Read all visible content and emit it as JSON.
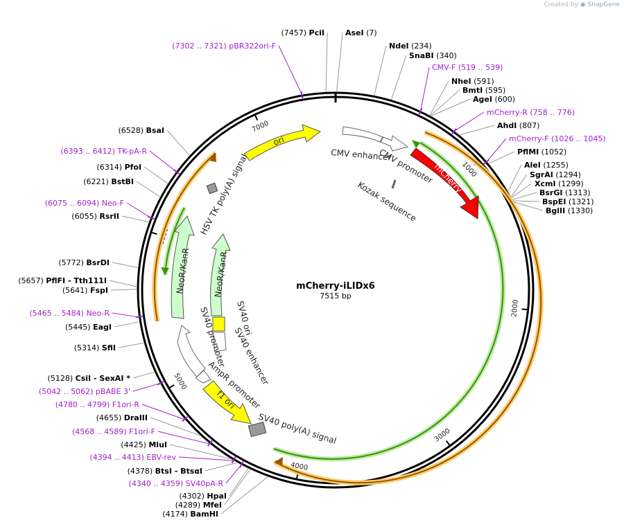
{
  "watermark": {
    "prefix": "Created by",
    "brand": "SnapGene"
  },
  "plasmid": {
    "name": "mCherry-iLIDx6",
    "length_label": "7515 bp",
    "length": 7515
  },
  "colors": {
    "primer": "#a020d0",
    "site_text": "#000000",
    "ori": "#ffff00",
    "mcherry": "#ff0000",
    "neor": "#ccffcc",
    "promoter": "#ffffff",
    "orf_outline": "#ffa500",
    "orf_line_green": "#339900",
    "orf_line_orange": "#995500"
  },
  "scale_ticks": [
    {
      "bp": 1000,
      "label": "1000"
    },
    {
      "bp": 2000,
      "label": "2000"
    },
    {
      "bp": 3000,
      "label": "3000"
    },
    {
      "bp": 4000,
      "label": "4000"
    },
    {
      "bp": 5000,
      "label": "5000"
    },
    {
      "bp": 6000,
      "label": "6000"
    },
    {
      "bp": 7000,
      "label": "7000"
    }
  ],
  "sites": [
    {
      "kind": "site",
      "pos": "(7457)",
      "name": "PciI",
      "bp": 7457
    },
    {
      "kind": "site",
      "pos": "(7)",
      "name": "AseI",
      "bp": 7
    },
    {
      "kind": "site",
      "pos": "(234)",
      "name": "NdeI",
      "bp": 234
    },
    {
      "kind": "site",
      "pos": "(340)",
      "name": "SnaBI",
      "bp": 340
    },
    {
      "kind": "primer",
      "pos": "(519 .. 539)",
      "name": "CMV-F",
      "bp": 529
    },
    {
      "kind": "site",
      "pos": "(591)",
      "name": "NheI",
      "bp": 591
    },
    {
      "kind": "site",
      "pos": "(595)",
      "name": "BmtI",
      "bp": 595
    },
    {
      "kind": "site",
      "pos": "(600)",
      "name": "AgeI",
      "bp": 600
    },
    {
      "kind": "primer",
      "pos": "(758 .. 776)",
      "name": "mCherry-R",
      "bp": 767
    },
    {
      "kind": "site",
      "pos": "(807)",
      "name": "AhdI",
      "bp": 807
    },
    {
      "kind": "primer",
      "pos": "(1026 .. 1045)",
      "name": "mCherry-F",
      "bp": 1035
    },
    {
      "kind": "site",
      "pos": "(1052)",
      "name": "PflMI",
      "bp": 1052
    },
    {
      "kind": "site",
      "pos": "(1255)",
      "name": "AleI",
      "bp": 1255
    },
    {
      "kind": "site",
      "pos": "(1294)",
      "name": "SgrAI",
      "bp": 1294
    },
    {
      "kind": "site",
      "pos": "(1299)",
      "name": "XcmI",
      "bp": 1299
    },
    {
      "kind": "site",
      "pos": "(1313)",
      "name": "BsrGI",
      "bp": 1313
    },
    {
      "kind": "site",
      "pos": "(1321)",
      "name": "BspEI",
      "bp": 1321
    },
    {
      "kind": "site",
      "pos": "(1330)",
      "name": "BglII",
      "bp": 1330
    },
    {
      "kind": "site",
      "pos": "(4302)",
      "name": "HpaI",
      "bp": 4302
    },
    {
      "kind": "site",
      "pos": "(4289)",
      "name": "MfeI",
      "bp": 4289
    },
    {
      "kind": "site",
      "pos": "(4174)",
      "name": "BamHI",
      "bp": 4174
    },
    {
      "kind": "primer",
      "pos": "(4340 .. 4359)",
      "name": "SV40pA-R",
      "bp": 4349
    },
    {
      "kind": "site",
      "pos": "(4378)",
      "name": "BtsI - BtsαI",
      "bp": 4378
    },
    {
      "kind": "primer",
      "pos": "(4394 .. 4413)",
      "name": "EBV-rev",
      "bp": 4403
    },
    {
      "kind": "site",
      "pos": "(4425)",
      "name": "MluI",
      "bp": 4425
    },
    {
      "kind": "primer",
      "pos": "(4568 .. 4589)",
      "name": "F1ori-F",
      "bp": 4578
    },
    {
      "kind": "site",
      "pos": "(4655)",
      "name": "DraIII",
      "bp": 4655
    },
    {
      "kind": "primer",
      "pos": "(4780 .. 4799)",
      "name": "F1ori-R",
      "bp": 4789
    },
    {
      "kind": "primer",
      "pos": "(5042 .. 5062)",
      "name": "pBABE 3'",
      "bp": 5052
    },
    {
      "kind": "site",
      "pos": "(5128)",
      "name": "CsiI - SexAI *",
      "bp": 5128
    },
    {
      "kind": "site",
      "pos": "(5314)",
      "name": "SfiI",
      "bp": 5314
    },
    {
      "kind": "site",
      "pos": "(5445)",
      "name": "EagI",
      "bp": 5445
    },
    {
      "kind": "primer",
      "pos": "(5465 .. 5484)",
      "name": "Neo-R",
      "bp": 5474
    },
    {
      "kind": "site",
      "pos": "(5641)",
      "name": "FspI",
      "bp": 5641
    },
    {
      "kind": "site",
      "pos": "(5657)",
      "name": "PflFI - Tth111I",
      "bp": 5657
    },
    {
      "kind": "site",
      "pos": "(5772)",
      "name": "BsrDI",
      "bp": 5772
    },
    {
      "kind": "site",
      "pos": "(6055)",
      "name": "RsrII",
      "bp": 6055
    },
    {
      "kind": "primer",
      "pos": "(6075 .. 6094)",
      "name": "Neo-F",
      "bp": 6084
    },
    {
      "kind": "site",
      "pos": "(6221)",
      "name": "BstBI",
      "bp": 6221
    },
    {
      "kind": "site",
      "pos": "(6314)",
      "name": "PfoI",
      "bp": 6314
    },
    {
      "kind": "primer",
      "pos": "(6393 .. 6412)",
      "name": "TK-pA-R",
      "bp": 6402
    },
    {
      "kind": "site",
      "pos": "(6528)",
      "name": "BsaI",
      "bp": 6528
    },
    {
      "kind": "primer",
      "pos": "(7302 .. 7321)",
      "name": "pBR322ori-F",
      "bp": 7311
    }
  ],
  "features": [
    {
      "name": "ori",
      "type": "ori"
    },
    {
      "name": "CMV enhancer",
      "type": "promoter"
    },
    {
      "name": "CMV promoter",
      "type": "promoter"
    },
    {
      "name": "mCherry",
      "type": "cds"
    },
    {
      "name": "Kozak sequence",
      "type": "misc"
    },
    {
      "name": "HSV TK poly(A) signal",
      "type": "polyA"
    },
    {
      "name": "NeoR/KanR",
      "type": "cds"
    },
    {
      "name": "NeoR/KanR",
      "type": "cds"
    },
    {
      "name": "SV40 ori",
      "type": "ori"
    },
    {
      "name": "SV40 enhancer",
      "type": "promoter"
    },
    {
      "name": "SV40 promoter",
      "type": "promoter"
    },
    {
      "name": "AmpR promoter",
      "type": "promoter"
    },
    {
      "name": "f1 ori",
      "type": "ori"
    },
    {
      "name": "SV40 poly(A) signal",
      "type": "polyA"
    }
  ]
}
